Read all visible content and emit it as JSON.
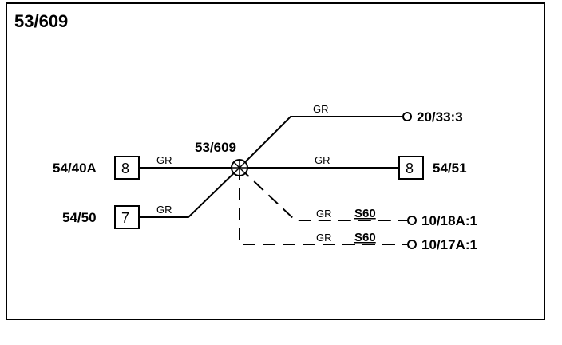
{
  "diagram": {
    "title": "53/609",
    "splice_label": "53/609",
    "connections": [
      {
        "id": "left-top",
        "label": "54/40A",
        "pin": "8",
        "wire_color": "GR"
      },
      {
        "id": "left-bottom",
        "label": "54/50",
        "pin": "7",
        "wire_color": "GR"
      },
      {
        "id": "right-top",
        "label": "20/33:3",
        "wire_color": "GR"
      },
      {
        "id": "right-middle",
        "label": "54/51",
        "pin": "8",
        "wire_color": "GR"
      },
      {
        "id": "right-dashed-1",
        "label": "10/18A:1",
        "wire_color": "GR",
        "option": "S60"
      },
      {
        "id": "right-dashed-2",
        "label": "10/17A:1",
        "wire_color": "GR",
        "option": "S60"
      }
    ]
  }
}
